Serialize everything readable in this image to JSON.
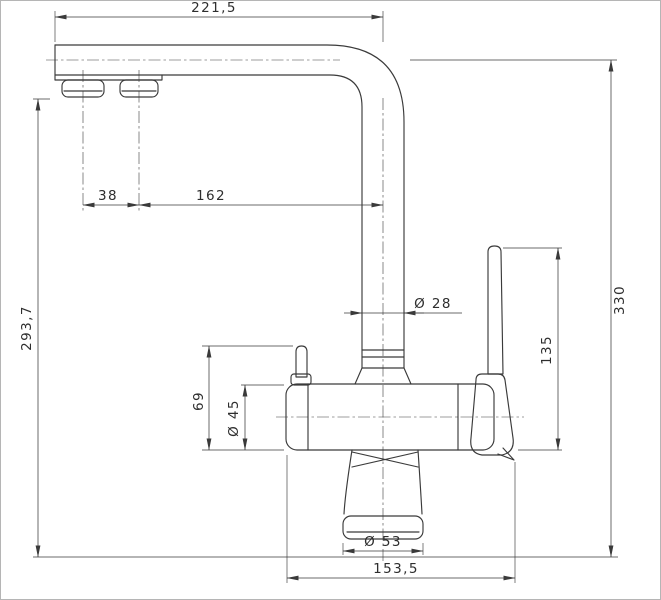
{
  "colors": {
    "line": "#3a3a3a",
    "background": "#ffffff"
  },
  "dimensions": {
    "top_width": "221,5",
    "aerator_spacing": "38",
    "spout_reach": "162",
    "spout_height": "293,7",
    "total_height": "330",
    "pipe_diameter": "Ø 28",
    "handle_height": "135",
    "side_lever_height": "69",
    "body_diameter": "Ø 45",
    "base_diameter": "Ø 53",
    "base_span": "153,5"
  }
}
